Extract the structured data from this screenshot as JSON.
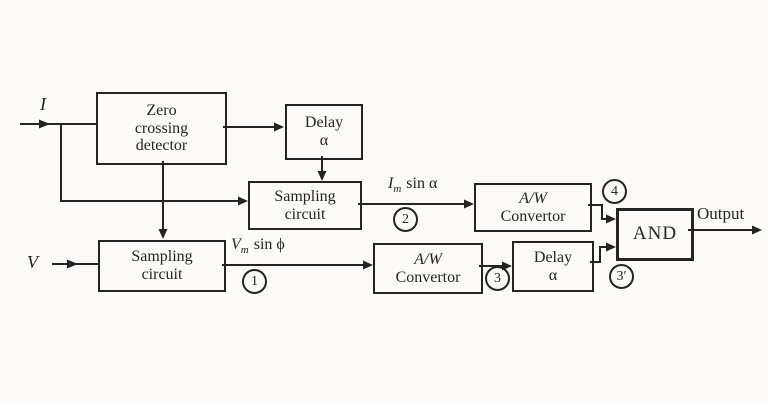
{
  "figure": {
    "background": "#fbfaf8",
    "ink": "#242424"
  },
  "blocks": {
    "zero_crossing": {
      "lines": [
        "Zero",
        "crossing",
        "detector"
      ]
    },
    "delay_top": {
      "lines": [
        "Delay",
        "α"
      ]
    },
    "sampling_mid": {
      "lines": [
        "Sampling",
        "circuit"
      ]
    },
    "aw_top": {
      "lines": [
        "A/W",
        "Convertor"
      ]
    },
    "sampling_bottom": {
      "lines": [
        "Sampling",
        "circuit"
      ]
    },
    "aw_bottom": {
      "lines": [
        "A/W",
        "Convertor"
      ]
    },
    "delay_bottom": {
      "lines": [
        "Delay",
        "α"
      ]
    },
    "and_gate": {
      "label": "AND"
    }
  },
  "signals": {
    "input_i": "I",
    "input_v": "V",
    "im": {
      "base": "I",
      "sub": "m",
      "rest": "sin α"
    },
    "vm": {
      "base": "V",
      "sub": "m",
      "rest": "sin ϕ"
    },
    "output": "Output"
  },
  "nodes": {
    "n1": "1",
    "n2": "2",
    "n3": "3",
    "n3_prime": "3′",
    "n4": "4"
  }
}
